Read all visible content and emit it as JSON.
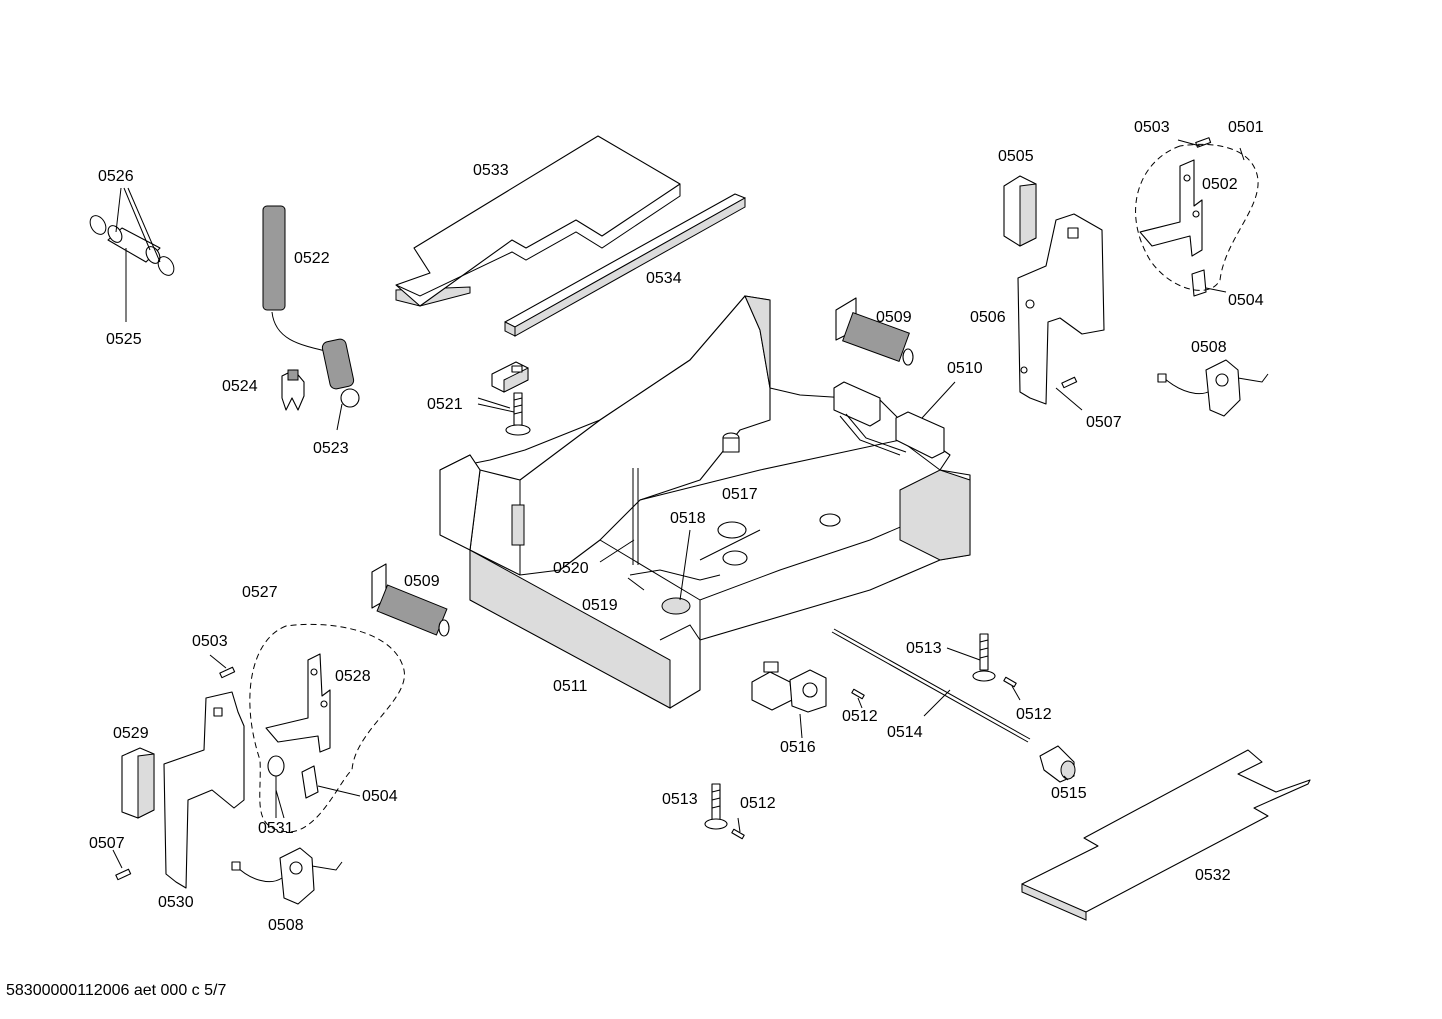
{
  "diagram": {
    "labels": {
      "p0501": "0501",
      "p0502": "0502",
      "p0503a": "0503",
      "p0503b": "0503",
      "p0504a": "0504",
      "p0504b": "0504",
      "p0505": "0505",
      "p0506": "0506",
      "p0507a": "0507",
      "p0507b": "0507",
      "p0508a": "0508",
      "p0508b": "0508",
      "p0509a": "0509",
      "p0509b": "0509",
      "p0510": "0510",
      "p0511": "0511",
      "p0512a": "0512",
      "p0512b": "0512",
      "p0512c": "0512",
      "p0513a": "0513",
      "p0513b": "0513",
      "p0514": "0514",
      "p0515": "0515",
      "p0516": "0516",
      "p0517": "0517",
      "p0518": "0518",
      "p0519": "0519",
      "p0520": "0520",
      "p0521": "0521",
      "p0522": "0522",
      "p0523": "0523",
      "p0524": "0524",
      "p0525": "0525",
      "p0526": "0526",
      "p0527": "0527",
      "p0528": "0528",
      "p0529": "0529",
      "p0530": "0530",
      "p0531": "0531",
      "p0532": "0532",
      "p0533": "0533",
      "p0534": "0534"
    }
  },
  "footer": {
    "code": "58300000112006 aet 000 c 5/7"
  }
}
